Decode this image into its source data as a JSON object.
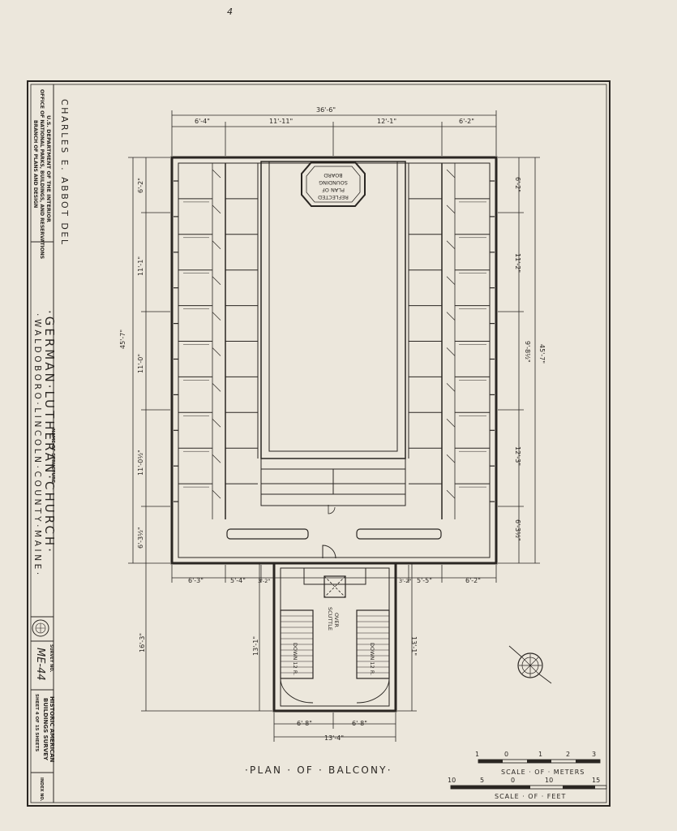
{
  "page_mark": "4",
  "title_block": {
    "delineator": "CHARLES E. ABBOT DEL",
    "agency_line1": "U.S. DEPARTMENT OF THE INTERIOR",
    "agency_line2": "OFFICE OF NATIONAL PARKS, BUILDINGS, AND RESERVATIONS",
    "agency_line3": "BRANCH OF PLANS AND DESIGN",
    "name_caption": "NAME OF STRUCTURE",
    "structure_name": "·GERMAN·LUTHERAN·CHURCH·",
    "location": "·WALDOBORO·LINCOLN·COUNTY·MAINE·",
    "survey_caption": "SURVEY NO.",
    "survey_no": "ME-44",
    "habs_line1": "HISTORIC AMERICAN",
    "habs_line2": "BUILDINGS SURVEY",
    "sheet_text": "SHEET 4 OF 15 SHEETS",
    "index_caption": "INDEX NO."
  },
  "drawing": {
    "title": "·PLAN · OF · BALCONY·",
    "sounding_board": [
      "REFLECTED",
      "PLAN OF",
      "SOUNDING",
      "BOARD"
    ],
    "scuttle": [
      "SCUTTLE",
      "OVER"
    ],
    "stair_left": "DOWN 12 R.",
    "stair_right": "DOWN 12 R."
  },
  "dimensions": {
    "overall_width": "36'-6\"",
    "top": [
      "6'-4\"",
      "11'-11\"",
      "12'-1\"",
      "6'-2\""
    ],
    "left_overall": "45'-7\"",
    "left": [
      "6'-2\"",
      "11'-1\"",
      "11'-0\"",
      "11'-0½\"",
      "6'-3½\""
    ],
    "right_overall": "45'-7\"",
    "right_mid": "9'-8½\"",
    "right": [
      "6'-2\"",
      "11'-2\"",
      "12'-3\"",
      "6'-3½\""
    ],
    "bottom": [
      "6'-3\"",
      "5'-4\"",
      "3'-2\"",
      "3'-2\"",
      "5'-5\"",
      "6'-2\""
    ],
    "porch_left": "16'-3\"",
    "stair_left": "13'-1\"",
    "stair_right": "13'-1\"",
    "porch_halves": [
      "6'-8\"",
      "6'-8\""
    ],
    "porch_width": "13'-4\""
  },
  "scales": {
    "meters_ticks": [
      "1",
      "0",
      "1",
      "2",
      "3"
    ],
    "meters_label": "SCALE · OF · METERS",
    "feet_ticks": [
      "10",
      "5",
      "0",
      "10",
      "15"
    ],
    "feet_label": "SCALE · OF · FEET"
  },
  "colors": {
    "paper": "#ece7dc",
    "ink": "#2a2622"
  }
}
